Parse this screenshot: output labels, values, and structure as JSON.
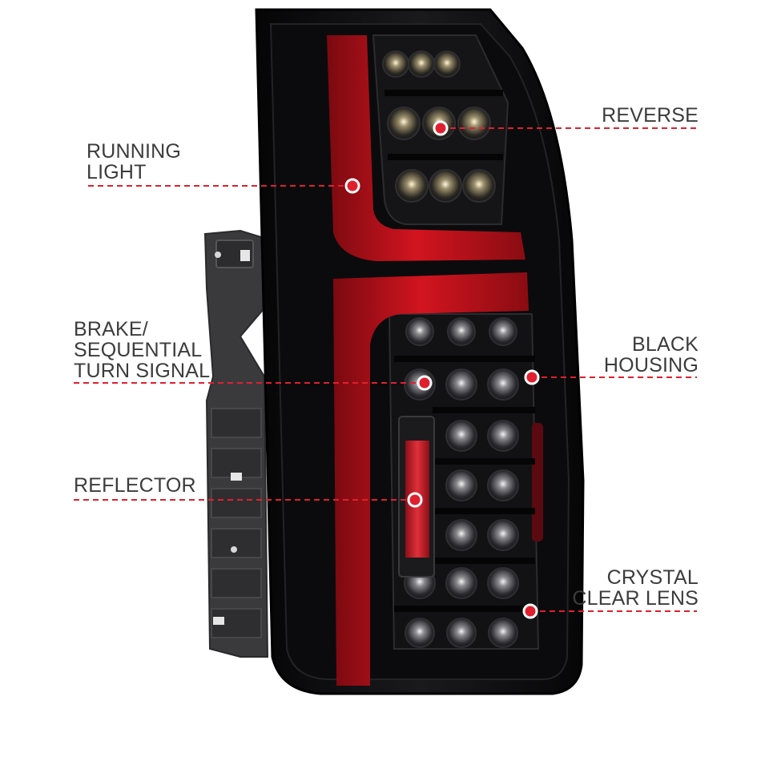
{
  "colors": {
    "callout_red": "#e0202e",
    "housing_black": "#0d0d0f",
    "light_bar_red": "#c8121e",
    "label_text": "#3c3c3c"
  },
  "callouts": {
    "running_light": {
      "line1": "RUNNING",
      "line2": "LIGHT"
    },
    "reverse": {
      "line1": "REVERSE"
    },
    "brake_turn": {
      "line1": "BRAKE/",
      "line2": "SEQUENTIAL",
      "line3": "TURN SIGNAL"
    },
    "black_housing": {
      "line1": "BLACK",
      "line2": "HOUSING"
    },
    "reflector": {
      "line1": "REFLECTOR"
    },
    "crystal_lens": {
      "line1": "CRYSTAL",
      "line2": "CLEAR LENS"
    }
  }
}
